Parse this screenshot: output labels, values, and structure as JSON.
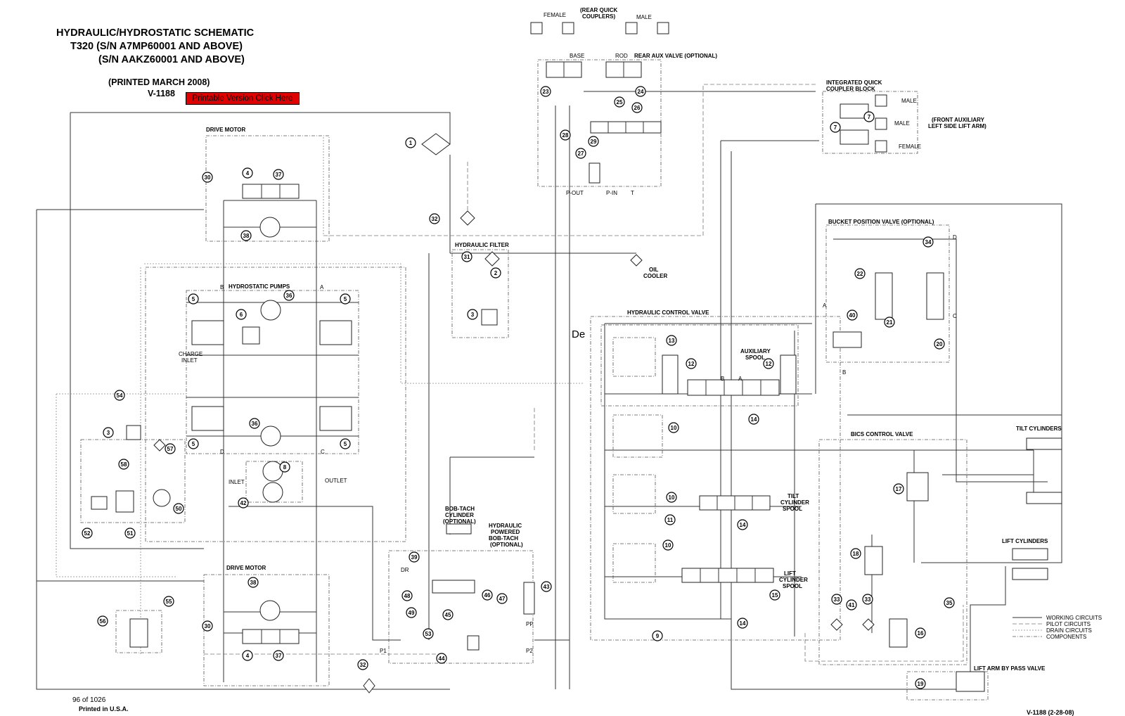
{
  "title": {
    "line1": "HYDRAULIC/HYDROSTATIC SCHEMATIC",
    "line2": "T320 (S/N A7MP60001 AND ABOVE)",
    "line3": "(S/N AAKZ60001 AND ABOVE)",
    "printed": "(PRINTED MARCH 2008)",
    "code": "V-1188"
  },
  "printable_button": "Printable Version Click Here",
  "labels": {
    "drive_motor_top": "DRIVE MOTOR",
    "drive_motor_bottom": "DRIVE MOTOR",
    "hydrostatic_pumps": "HYDROSTATIC PUMPS",
    "charge_inlet_1": "CHARGE",
    "charge_inlet_2": "INLET",
    "hydraulic_filter": "HYDRAULIC FILTER",
    "oil_cooler_1": "OIL",
    "oil_cooler_2": "COOLER",
    "rear_quick_1": "(REAR QUICK",
    "rear_quick_2": "COUPLERS)",
    "female": "FEMALE",
    "male": "MALE",
    "base": "BASE",
    "rod": "ROD",
    "rear_aux_valve": "REAR AUX VALVE (OPTIONAL)",
    "p_out": "P-OUT",
    "p_in": "P-IN",
    "t": "T",
    "iqcb_1": "INTEGRATED QUICK",
    "iqcb_2": "COUPLER BLOCK",
    "iq_male_1": "MALE",
    "iq_male_2": "MALE",
    "iq_female": "FEMALE",
    "front_aux_1": "(FRONT AUXILIARY",
    "front_aux_2": "LEFT SIDE LIFT ARM)",
    "bucket_pos": "BUCKET POSITION VALVE (OPTIONAL)",
    "hyd_control": "HYDRAULIC CONTROL VALVE",
    "aux_spool_1": "AUXILIARY",
    "aux_spool_2": "SPOOL",
    "tilt_spool_1": "TILT",
    "tilt_spool_2": "CYLINDER",
    "tilt_spool_3": "SPOOL",
    "lift_spool_1": "LIFT",
    "lift_spool_2": "CYLINDER",
    "lift_spool_3": "SPOOL",
    "bics": "BICS CONTROL VALVE",
    "tilt_cyl": "TILT CYLINDERS",
    "lift_cyl": "LIFT CYLINDERS",
    "lift_bypass": "LIFT ARM BY PASS VALVE",
    "inlet": "INLET",
    "outlet": "OUTLET",
    "bobtach_cyl_1": "BOB-TACH",
    "bobtach_cyl_2": "CYLINDER",
    "bobtach_cyl_3": "(OPTIONAL)",
    "hpb_1": "HYDRAULIC",
    "hpb_2": "POWERED",
    "hpb_3": "BOB-TACH",
    "hpb_4": "(OPTIONAL)",
    "dr": "DR",
    "pp": "PP",
    "p1": "P1",
    "p2": "P2",
    "port_a_pump": "A",
    "port_b_pump": "B",
    "port_c_pump": "C",
    "port_d_pump": "D",
    "bp_a": "A",
    "bp_b": "B",
    "bp_c": "C",
    "bp_d": "D",
    "spool_b": "B",
    "spool_a": "A",
    "de_text": "De"
  },
  "legend": [
    "WORKING CIRCUITS",
    "PILOT CIRCUITS",
    "DRAIN CIRCUITS",
    "COMPONENTS"
  ],
  "footer": {
    "page": "96 of 1026",
    "printed": "Printed in U.S.A.",
    "code_date": "V-1188 (2-28-08)"
  },
  "callouts": [
    "1",
    "2",
    "3",
    "3",
    "4",
    "4",
    "5",
    "5",
    "5",
    "5",
    "6",
    "7",
    "7",
    "8",
    "9",
    "10",
    "10",
    "10",
    "11",
    "12",
    "12",
    "13",
    "14",
    "14",
    "14",
    "15",
    "16",
    "17",
    "18",
    "19",
    "20",
    "21",
    "22",
    "23",
    "24",
    "25",
    "26",
    "27",
    "28",
    "29",
    "30",
    "30",
    "31",
    "32",
    "32",
    "33",
    "33",
    "34",
    "35",
    "36",
    "36",
    "37",
    "37",
    "38",
    "38",
    "39",
    "40",
    "41",
    "42",
    "43",
    "44",
    "45",
    "46",
    "47",
    "48",
    "49",
    "50",
    "51",
    "52",
    "53",
    "54",
    "55",
    "56",
    "57",
    "58"
  ]
}
